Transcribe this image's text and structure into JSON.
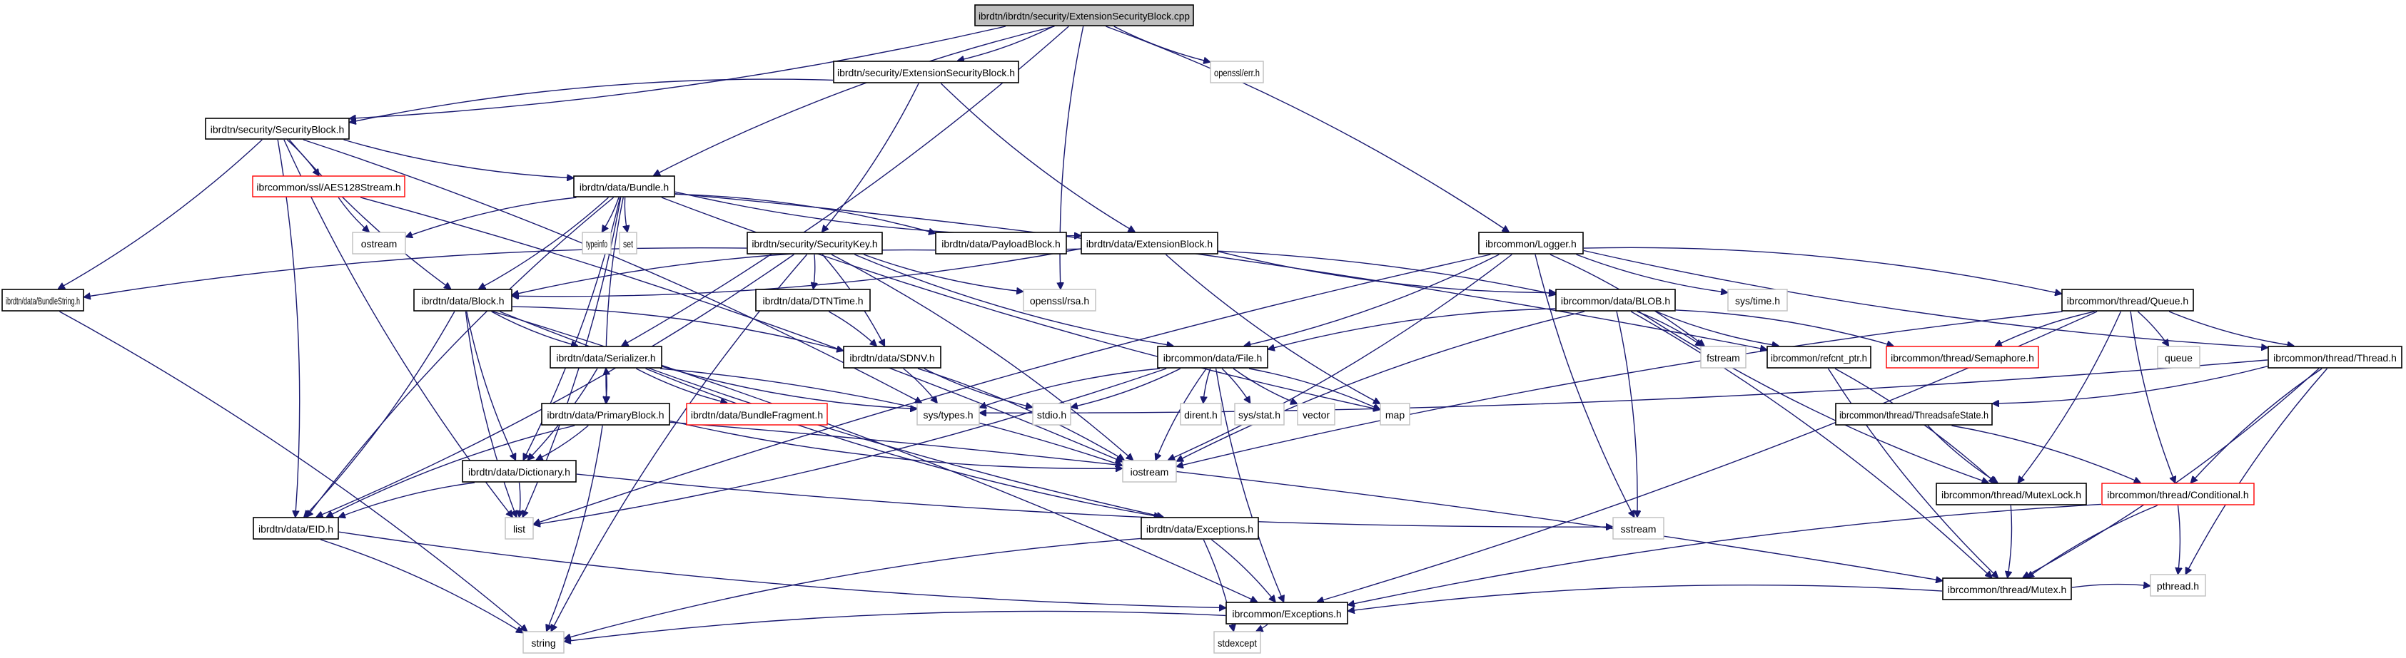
{
  "diagram": {
    "title": "ibrdtn/ibrdtn/security/ExtensionSecurityBlock.cpp include dependency graph",
    "colors": {
      "edge": "#191970",
      "root_fill": "#bfbfbf",
      "documented_border": "#000000",
      "external_border": "#bfbfbf",
      "incomplete_border": "#ff0000"
    },
    "nodes": [
      {
        "id": "root",
        "label": "ibrdtn/ibrdtn/security/ExtensionSecurityBlock.cpp",
        "kind": "root"
      },
      {
        "id": "esb_h",
        "label": "ibrdtn/security/ExtensionSecurityBlock.h",
        "kind": "documented"
      },
      {
        "id": "err_h",
        "label": "openssl/err.h",
        "kind": "external"
      },
      {
        "id": "secblock_h",
        "label": "ibrdtn/security/SecurityBlock.h",
        "kind": "documented"
      },
      {
        "id": "aes_h",
        "label": "ibrcommon/ssl/AES128Stream.h",
        "kind": "incomplete"
      },
      {
        "id": "bundle_h",
        "label": "ibrdtn/data/Bundle.h",
        "kind": "documented"
      },
      {
        "id": "ostream",
        "label": "ostream",
        "kind": "external"
      },
      {
        "id": "typeinfo",
        "label": "typeinfo",
        "kind": "external"
      },
      {
        "id": "set",
        "label": "set",
        "kind": "external"
      },
      {
        "id": "seckey_h",
        "label": "ibrdtn/security/SecurityKey.h",
        "kind": "documented"
      },
      {
        "id": "payload_h",
        "label": "ibrdtn/data/PayloadBlock.h",
        "kind": "documented"
      },
      {
        "id": "extblock_h",
        "label": "ibrdtn/data/ExtensionBlock.h",
        "kind": "documented"
      },
      {
        "id": "logger_h",
        "label": "ibrcommon/Logger.h",
        "kind": "documented"
      },
      {
        "id": "bundlestring_h",
        "label": "ibrdtn/data/BundleString.h",
        "kind": "documented"
      },
      {
        "id": "block_h",
        "label": "ibrdtn/data/Block.h",
        "kind": "documented"
      },
      {
        "id": "dtntime_h",
        "label": "ibrdtn/data/DTNTime.h",
        "kind": "documented"
      },
      {
        "id": "rsa_h",
        "label": "openssl/rsa.h",
        "kind": "external"
      },
      {
        "id": "blob_h",
        "label": "ibrcommon/data/BLOB.h",
        "kind": "documented"
      },
      {
        "id": "systime_h",
        "label": "sys/time.h",
        "kind": "external"
      },
      {
        "id": "queue_h",
        "label": "ibrcommon/thread/Queue.h",
        "kind": "documented"
      },
      {
        "id": "serializer_h",
        "label": "ibrdtn/data/Serializer.h",
        "kind": "documented"
      },
      {
        "id": "sdnv_h",
        "label": "ibrdtn/data/SDNV.h",
        "kind": "documented"
      },
      {
        "id": "file_h",
        "label": "ibrcommon/data/File.h",
        "kind": "documented"
      },
      {
        "id": "fstream",
        "label": "fstream",
        "kind": "external"
      },
      {
        "id": "refcnt_h",
        "label": "ibrcommon/refcnt_ptr.h",
        "kind": "documented"
      },
      {
        "id": "semaphore_h",
        "label": "ibrcommon/thread/Semaphore.h",
        "kind": "incomplete"
      },
      {
        "id": "queue",
        "label": "queue",
        "kind": "external"
      },
      {
        "id": "thread_h",
        "label": "ibrcommon/thread/Thread.h",
        "kind": "documented"
      },
      {
        "id": "primary_h",
        "label": "ibrdtn/data/PrimaryBlock.h",
        "kind": "documented"
      },
      {
        "id": "fragment_h",
        "label": "ibrdtn/data/BundleFragment.h",
        "kind": "incomplete"
      },
      {
        "id": "systypes_h",
        "label": "sys/types.h",
        "kind": "external"
      },
      {
        "id": "stdio_h",
        "label": "stdio.h",
        "kind": "external"
      },
      {
        "id": "dirent_h",
        "label": "dirent.h",
        "kind": "external"
      },
      {
        "id": "sysstat_h",
        "label": "sys/stat.h",
        "kind": "external"
      },
      {
        "id": "vector",
        "label": "vector",
        "kind": "external"
      },
      {
        "id": "map",
        "label": "map",
        "kind": "external"
      },
      {
        "id": "tss_h",
        "label": "ibrcommon/thread/ThreadsafeState.h",
        "kind": "documented"
      },
      {
        "id": "dictionary_h",
        "label": "ibrdtn/data/Dictionary.h",
        "kind": "documented"
      },
      {
        "id": "iostream",
        "label": "iostream",
        "kind": "external"
      },
      {
        "id": "mutexlock_h",
        "label": "ibrcommon/thread/MutexLock.h",
        "kind": "documented"
      },
      {
        "id": "conditional_h",
        "label": "ibrcommon/thread/Conditional.h",
        "kind": "incomplete"
      },
      {
        "id": "eid_h",
        "label": "ibrdtn/data/EID.h",
        "kind": "documented"
      },
      {
        "id": "list",
        "label": "list",
        "kind": "external"
      },
      {
        "id": "dexceptions_h",
        "label": "ibrdtn/data/Exceptions.h",
        "kind": "documented"
      },
      {
        "id": "sstream",
        "label": "sstream",
        "kind": "external"
      },
      {
        "id": "mutex_h",
        "label": "ibrcommon/thread/Mutex.h",
        "kind": "documented"
      },
      {
        "id": "pthread_h",
        "label": "pthread.h",
        "kind": "external"
      },
      {
        "id": "cexceptions_h",
        "label": "ibrcommon/Exceptions.h",
        "kind": "documented"
      },
      {
        "id": "string",
        "label": "string",
        "kind": "external"
      },
      {
        "id": "stdexcept",
        "label": "stdexcept",
        "kind": "external"
      }
    ],
    "edges": [
      [
        "root",
        "esb_h"
      ],
      [
        "root",
        "err_h"
      ],
      [
        "root",
        "secblock_h"
      ],
      [
        "root",
        "bundle_h"
      ],
      [
        "root",
        "serializer_h"
      ],
      [
        "root",
        "rsa_h"
      ],
      [
        "root",
        "logger_h"
      ],
      [
        "esb_h",
        "secblock_h"
      ],
      [
        "esb_h",
        "seckey_h"
      ],
      [
        "esb_h",
        "extblock_h"
      ],
      [
        "secblock_h",
        "aes_h"
      ],
      [
        "secblock_h",
        "bundle_h"
      ],
      [
        "secblock_h",
        "bundlestring_h"
      ],
      [
        "secblock_h",
        "block_h"
      ],
      [
        "secblock_h",
        "eid_h"
      ],
      [
        "secblock_h",
        "list"
      ],
      [
        "secblock_h",
        "systypes_h"
      ],
      [
        "aes_h",
        "ostream"
      ],
      [
        "aes_h",
        "iostream"
      ],
      [
        "bundle_h",
        "ostream"
      ],
      [
        "bundle_h",
        "typeinfo"
      ],
      [
        "bundle_h",
        "set"
      ],
      [
        "bundle_h",
        "payload_h"
      ],
      [
        "bundle_h",
        "extblock_h"
      ],
      [
        "bundle_h",
        "block_h"
      ],
      [
        "bundle_h",
        "primary_h"
      ],
      [
        "bundle_h",
        "dictionary_h"
      ],
      [
        "bundle_h",
        "eid_h"
      ],
      [
        "bundle_h",
        "refcnt_h"
      ],
      [
        "bundle_h",
        "map"
      ],
      [
        "bundle_h",
        "list"
      ],
      [
        "seckey_h",
        "bundlestring_h"
      ],
      [
        "seckey_h",
        "dtntime_h"
      ],
      [
        "seckey_h",
        "rsa_h"
      ],
      [
        "seckey_h",
        "sdnv_h"
      ],
      [
        "seckey_h",
        "file_h"
      ],
      [
        "seckey_h",
        "eid_h"
      ],
      [
        "seckey_h",
        "string"
      ],
      [
        "seckey_h",
        "iostream"
      ],
      [
        "payload_h",
        "block_h"
      ],
      [
        "payload_h",
        "blob_h"
      ],
      [
        "extblock_h",
        "blob_h"
      ],
      [
        "extblock_h",
        "block_h"
      ],
      [
        "extblock_h",
        "map"
      ],
      [
        "logger_h",
        "file_h"
      ],
      [
        "logger_h",
        "systime_h"
      ],
      [
        "logger_h",
        "queue_h"
      ],
      [
        "logger_h",
        "thread_h"
      ],
      [
        "logger_h",
        "iostream"
      ],
      [
        "logger_h",
        "sstream"
      ],
      [
        "logger_h",
        "fstream"
      ],
      [
        "logger_h",
        "list"
      ],
      [
        "bundlestring_h",
        "string"
      ],
      [
        "block_h",
        "serializer_h"
      ],
      [
        "block_h",
        "sdnv_h"
      ],
      [
        "block_h",
        "dictionary_h"
      ],
      [
        "block_h",
        "eid_h"
      ],
      [
        "block_h",
        "list"
      ],
      [
        "block_h",
        "cexceptions_h"
      ],
      [
        "block_h",
        "dexceptions_h"
      ],
      [
        "dtntime_h",
        "sdnv_h"
      ],
      [
        "blob_h",
        "file_h"
      ],
      [
        "blob_h",
        "fstream"
      ],
      [
        "blob_h",
        "refcnt_h"
      ],
      [
        "blob_h",
        "semaphore_h"
      ],
      [
        "blob_h",
        "mutexlock_h"
      ],
      [
        "blob_h",
        "mutex_h"
      ],
      [
        "blob_h",
        "iostream"
      ],
      [
        "blob_h",
        "sstream"
      ],
      [
        "queue_h",
        "semaphore_h"
      ],
      [
        "queue_h",
        "queue"
      ],
      [
        "queue_h",
        "thread_h"
      ],
      [
        "queue_h",
        "mutexlock_h"
      ],
      [
        "queue_h",
        "conditional_h"
      ],
      [
        "queue_h",
        "cexceptions_h"
      ],
      [
        "queue_h",
        "iostream"
      ],
      [
        "serializer_h",
        "primary_h"
      ],
      [
        "serializer_h",
        "fragment_h"
      ],
      [
        "serializer_h",
        "dictionary_h"
      ],
      [
        "serializer_h",
        "systypes_h"
      ],
      [
        "serializer_h",
        "iostream"
      ],
      [
        "serializer_h",
        "dexceptions_h"
      ],
      [
        "sdnv_h",
        "systypes_h"
      ],
      [
        "sdnv_h",
        "stdio_h"
      ],
      [
        "sdnv_h",
        "iostream"
      ],
      [
        "file_h",
        "systypes_h"
      ],
      [
        "file_h",
        "stdio_h"
      ],
      [
        "file_h",
        "dirent_h"
      ],
      [
        "file_h",
        "sysstat_h"
      ],
      [
        "file_h",
        "vector"
      ],
      [
        "file_h",
        "map"
      ],
      [
        "file_h",
        "iostream"
      ],
      [
        "file_h",
        "list"
      ],
      [
        "file_h",
        "cexceptions_h"
      ],
      [
        "refcnt_h",
        "mutexlock_h"
      ],
      [
        "refcnt_h",
        "mutex_h"
      ],
      [
        "thread_h",
        "tss_h"
      ],
      [
        "thread_h",
        "conditional_h"
      ],
      [
        "thread_h",
        "mutex_h"
      ],
      [
        "thread_h",
        "pthread_h"
      ],
      [
        "thread_h",
        "systypes_h"
      ],
      [
        "primary_h",
        "serializer_h"
      ],
      [
        "primary_h",
        "dictionary_h"
      ],
      [
        "primary_h",
        "eid_h"
      ],
      [
        "primary_h",
        "string"
      ],
      [
        "primary_h",
        "iostream"
      ],
      [
        "primary_h",
        "mutex_h"
      ],
      [
        "tss_h",
        "mutexlock_h"
      ],
      [
        "tss_h",
        "conditional_h"
      ],
      [
        "dictionary_h",
        "eid_h"
      ],
      [
        "dictionary_h",
        "list"
      ],
      [
        "dictionary_h",
        "sstream"
      ],
      [
        "mutexlock_h",
        "mutex_h"
      ],
      [
        "conditional_h",
        "mutex_h"
      ],
      [
        "conditional_h",
        "pthread_h"
      ],
      [
        "conditional_h",
        "cexceptions_h"
      ],
      [
        "eid_h",
        "string"
      ],
      [
        "eid_h",
        "cexceptions_h"
      ],
      [
        "dexceptions_h",
        "cexceptions_h"
      ],
      [
        "dexceptions_h",
        "string"
      ],
      [
        "dexceptions_h",
        "stdexcept"
      ],
      [
        "mutex_h",
        "cexceptions_h"
      ],
      [
        "mutex_h",
        "pthread_h"
      ],
      [
        "cexceptions_h",
        "string"
      ],
      [
        "cexceptions_h",
        "stdexcept"
      ]
    ]
  }
}
